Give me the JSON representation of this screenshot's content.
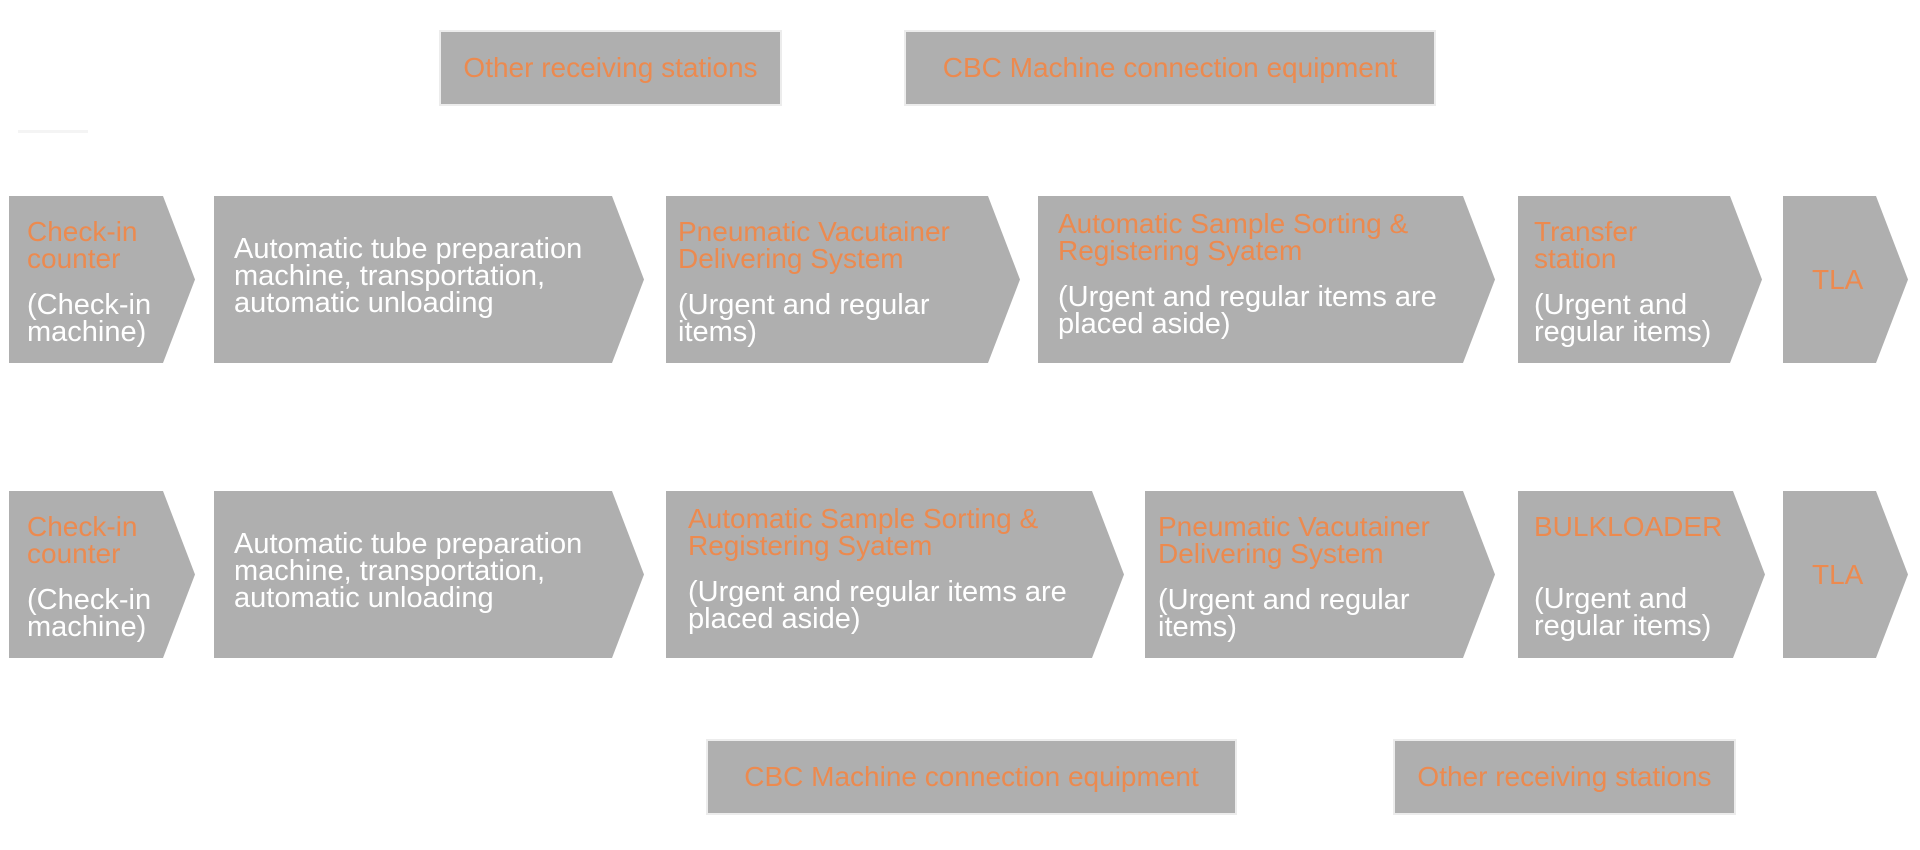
{
  "top_boxes": {
    "left": "Other receiving stations",
    "right": "CBC Machine connection equipment"
  },
  "row1": {
    "step1": {
      "title": "Check-in\ncounter",
      "desc": "(Check-in\nmachine)"
    },
    "step2": {
      "desc": "Automatic tube preparation\nmachine, transportation,\nautomatic unloading"
    },
    "step3": {
      "title": "Pneumatic Vacutainer\nDelivering System",
      "desc": "(Urgent and regular\nitems)"
    },
    "step4": {
      "title": "Automatic Sample Sorting &\nRegistering Syatem",
      "desc": "(Urgent and regular items are\nplaced aside)"
    },
    "step5": {
      "title": "Transfer\nstation",
      "desc": "(Urgent and\nregular items)"
    },
    "step6": {
      "title": "TLA"
    }
  },
  "row2": {
    "step1": {
      "title": "Check-in\ncounter",
      "desc": "(Check-in\nmachine)"
    },
    "step2": {
      "desc": "Automatic tube preparation\nmachine, transportation,\nautomatic unloading"
    },
    "step3": {
      "title": "Automatic Sample Sorting &\nRegistering Syatem",
      "desc": "(Urgent and regular items are\nplaced aside)"
    },
    "step4": {
      "title": "Pneumatic Vacutainer\nDelivering System",
      "desc": "(Urgent and regular\nitems)"
    },
    "step5": {
      "title": "BULKLOADER",
      "desc": "(Urgent and\nregular items)"
    },
    "step6": {
      "title": "TLA"
    }
  },
  "bottom_boxes": {
    "left": "CBC Machine connection equipment",
    "right": "Other receiving stations"
  },
  "colors": {
    "box_fill": "#afafaf",
    "accent_text": "#ec8a4f",
    "body_text": "#ffffff",
    "border": "#ececec"
  }
}
